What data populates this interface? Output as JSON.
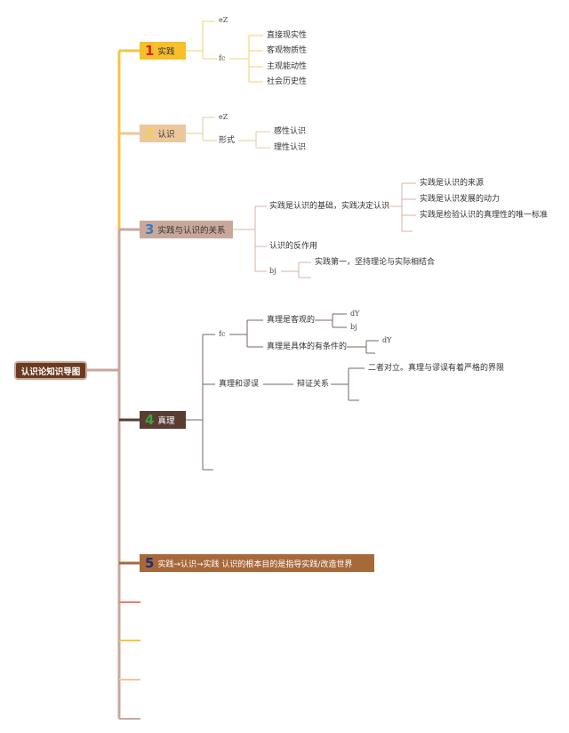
{
  "root": {
    "label": "认识论知识导图"
  },
  "topics": [
    {
      "num": "1",
      "label": "实践"
    },
    {
      "num": "2",
      "label": "认识"
    },
    {
      "num": "3",
      "label": "实践与认识的关系"
    },
    {
      "num": "4",
      "label": "真理"
    },
    {
      "num": "5",
      "label": "实践→认识→实践 认识的根本目的是指导实践/改造世界"
    }
  ],
  "t1": {
    "ez": "eZ",
    "fc": "fc",
    "fc_items": [
      "直接现实性",
      "客观物质性",
      "主观能动性",
      "社会历史性"
    ]
  },
  "t2": {
    "ez": "eZ",
    "form": "形式",
    "form_items": [
      "感性认识",
      "理性认识"
    ]
  },
  "t3": {
    "basis": "实践是认识的基础，实践决定认识",
    "basis_items": [
      "实践是认识的来源",
      "实践是认识发展的动力",
      "实践是检验认识的真理性的唯一标准"
    ],
    "reaction": "认识的反作用",
    "bj": "bj",
    "bj_item": "实践第一，坚持理论与实际相结合"
  },
  "t4": {
    "fc": "fc",
    "objective": "真理是客观的",
    "objective_items": [
      "dY",
      "bj"
    ],
    "concrete": "真理是具体的有条件的",
    "concrete_item": "dY",
    "truth_error": "真理和谬误",
    "dialectic": "辩证关系",
    "dialectic_item": "二者对立。真理与谬误有着严格的界限"
  },
  "colors": {
    "root_bg": "#6b3a1f",
    "t1_bg": "#f7bf2a",
    "t1_num": "#d8231f",
    "t2_bg": "#ebc79b",
    "t2_num": "#f3cf54",
    "t3_bg": "#c9a89c",
    "t3_num": "#3a7cc0",
    "t4_bg": "#5a3c33",
    "t4_num": "#3aa33a",
    "t5_bg": "#a8693a",
    "t5_num": "#1c2e7a"
  }
}
